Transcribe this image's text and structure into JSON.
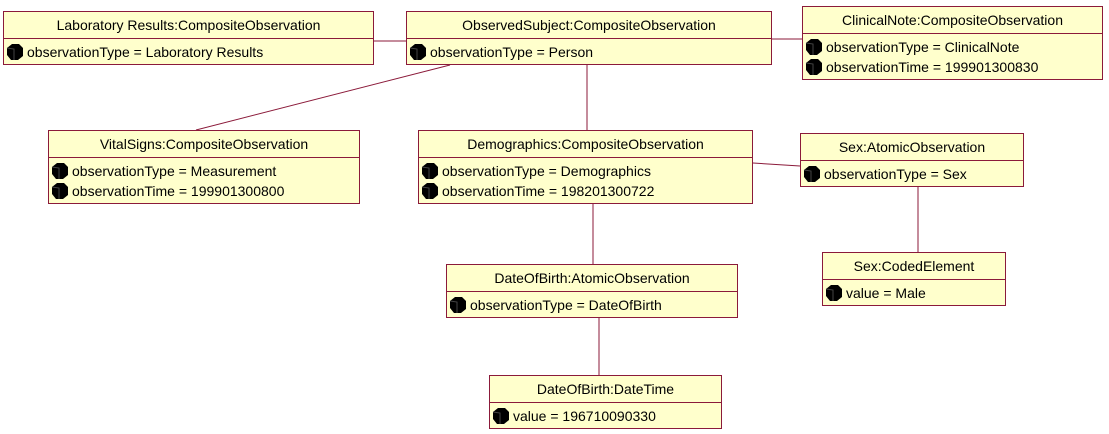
{
  "diagram": {
    "link_color": "#8b1a3a",
    "box_fill": "#ffffcc",
    "attribute_icon": "attribute-icon",
    "objects": [
      {
        "id": "lab",
        "title": "Laboratory Results:CompositeObservation",
        "attributes": [
          "observationType = Laboratory Results"
        ]
      },
      {
        "id": "subj",
        "title": "ObservedSubject:CompositeObservation",
        "attributes": [
          "observationType = Person"
        ]
      },
      {
        "id": "clin",
        "title": "ClinicalNote:CompositeObservation",
        "attributes": [
          "observationType = ClinicalNote",
          "observationTime = 199901300830"
        ]
      },
      {
        "id": "vital",
        "title": "VitalSigns:CompositeObservation",
        "attributes": [
          "observationType = Measurement",
          "observationTime = 199901300800"
        ]
      },
      {
        "id": "demo",
        "title": "Demographics:CompositeObservation",
        "attributes": [
          "observationType = Demographics",
          "observationTime = 198201300722"
        ]
      },
      {
        "id": "sex",
        "title": "Sex:AtomicObservation",
        "attributes": [
          "observationType = Sex"
        ]
      },
      {
        "id": "sexcode",
        "title": "Sex:CodedElement",
        "attributes": [
          "value = Male"
        ]
      },
      {
        "id": "dobobs",
        "title": "DateOfBirth:AtomicObservation",
        "attributes": [
          "observationType = DateOfBirth"
        ]
      },
      {
        "id": "dobtime",
        "title": "DateOfBirth:DateTime",
        "attributes": [
          "value = 196710090330"
        ]
      }
    ],
    "links": [
      [
        "lab",
        "subj"
      ],
      [
        "subj",
        "clin"
      ],
      [
        "subj",
        "vital"
      ],
      [
        "subj",
        "demo"
      ],
      [
        "demo",
        "sex"
      ],
      [
        "sex",
        "sexcode"
      ],
      [
        "demo",
        "dobobs"
      ],
      [
        "dobobs",
        "dobtime"
      ]
    ]
  }
}
